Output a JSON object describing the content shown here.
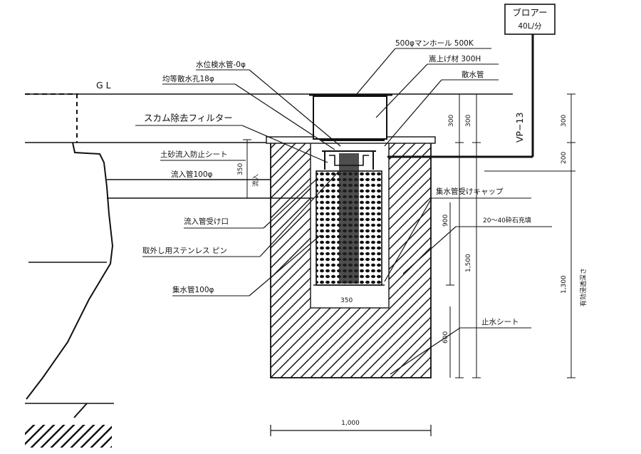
{
  "blower": {
    "name": "ブロアー",
    "capacity": "40L/分"
  },
  "pipe_vertical_label": "VP−13",
  "ground_label": "G L",
  "labels": {
    "manhole": "500φマンホール 500K",
    "riser": "嵩上げ材 300H",
    "scatter_pipe": "散水管",
    "level_pipe": "水位検水管-0φ",
    "hole": "均等散水孔18φ",
    "scum_filter": "スカム除去フィルター",
    "soil_sheet": "土砂流入防止シート",
    "inflow_pipe": "流入管100φ",
    "inflow_opening": "流入管受け口",
    "stainless_pin": "取外し用ステンレス ピン",
    "collect_pipe": "集水管100φ",
    "collect_cap": "集水管受けキャップ",
    "gravel_fill": "20〜40砕石充填",
    "water_stop_sheet": "止水シート"
  },
  "dims": {
    "d300a": "300",
    "d300b": "300",
    "d300c": "300",
    "d200": "200",
    "d350": "350",
    "d900": "900",
    "d1500": "1,500",
    "d1300": "1,300",
    "d600": "600",
    "effective_depth": "有効浸透深さ",
    "width": "1,000",
    "inflow_small": "流入",
    "bottom_small": "350"
  }
}
